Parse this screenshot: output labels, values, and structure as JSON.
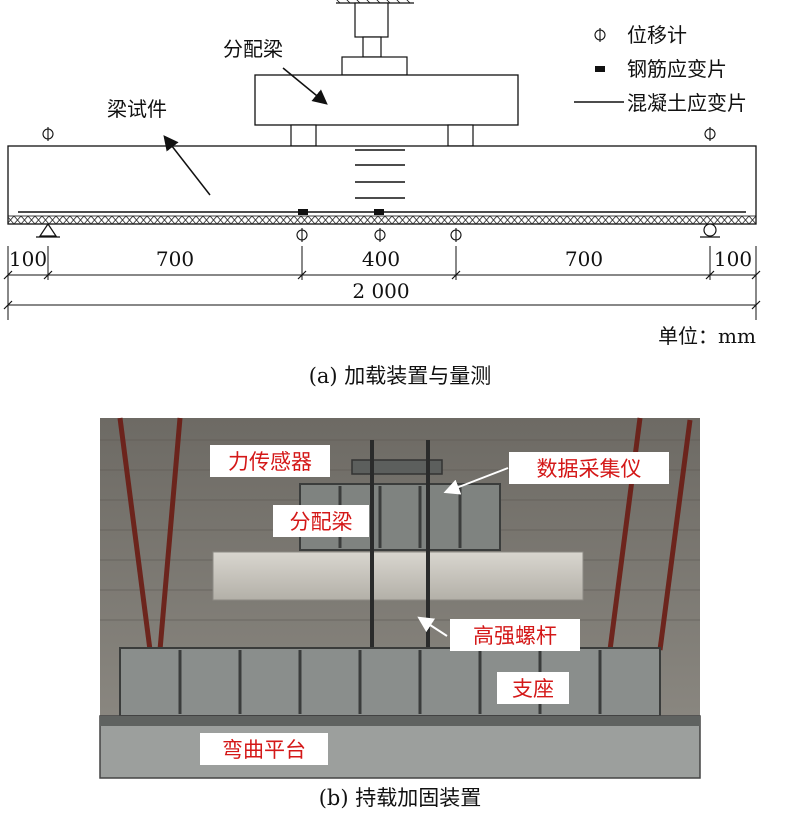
{
  "part_a": {
    "caption": "(a) 加载装置与量测",
    "unit": "单位：mm",
    "labels": {
      "distribution_beam": "分配梁",
      "specimen_beam": "梁试件"
    },
    "legend": {
      "displacement_meter": "位移计",
      "rebar_strain_gauge": "钢筋应变片",
      "concrete_strain_gauge": "混凝土应变片"
    },
    "dimensions": {
      "segments": [
        "100",
        "700",
        "400",
        "700",
        "100"
      ],
      "total": "2 000"
    }
  },
  "part_b": {
    "caption": "(b) 持载加固装置",
    "labels": {
      "load_cell": "力传感器",
      "data_acquisition": "数据采集仪",
      "distribution_beam": "分配梁",
      "high_strength_rod": "高强螺杆",
      "support": "支座",
      "bending_platform": "弯曲平台"
    }
  }
}
